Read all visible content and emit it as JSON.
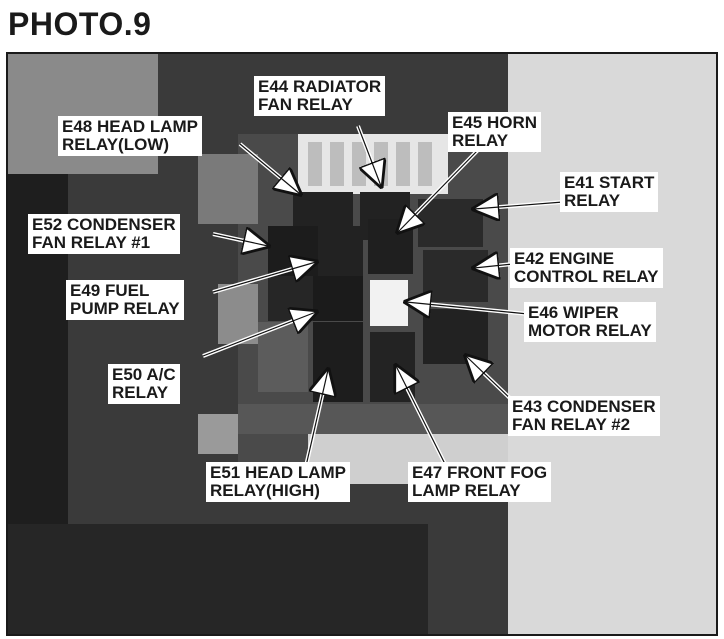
{
  "title": "PHOTO.9",
  "labels": {
    "e44": "E44 RADIATOR\nFAN RELAY",
    "e48": "E48 HEAD LAMP\nRELAY(LOW)",
    "e45": "E45 HORN\nRELAY",
    "e41": "E41 START\nRELAY",
    "e52": "E52 CONDENSER\nFAN RELAY #1",
    "e42": "E42 ENGINE\nCONTROL RELAY",
    "e49": "E49 FUEL\nPUMP RELAY",
    "e46": "E46 WIPER\nMOTOR RELAY",
    "e50": "E50 A/C\nRELAY",
    "e43": "E43 CONDENSER\nFAN RELAY #2",
    "e51": "E51 HEAD LAMP\nRELAY(HIGH)",
    "e47": "E47 FRONT FOG\nLAMP RELAY"
  }
}
